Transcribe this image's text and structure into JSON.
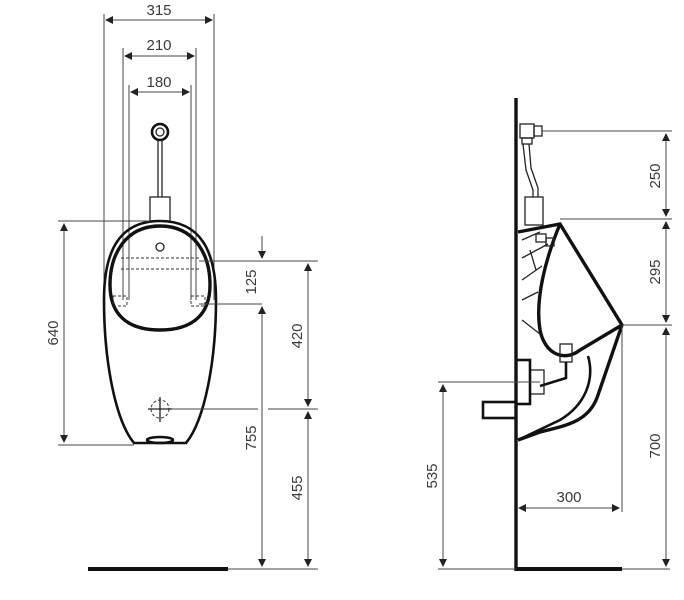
{
  "drawing": {
    "type": "technical-dimension-drawing",
    "subject": "wall-hung urinal",
    "units": "mm",
    "front_view": {
      "dimensions": {
        "overall_width": "315",
        "fixing_width": "210",
        "inner_width": "180",
        "height": "640",
        "top_fixing_to_lower_fixing": "125",
        "lower_fixing_to_waste": "420",
        "top_fixing_to_floor": "755",
        "waste_to_floor": "455"
      }
    },
    "side_view": {
      "dimensions": {
        "valve_to_rim": "250",
        "rim_to_lip": "295",
        "lip_to_floor": "700",
        "waste_height": "535",
        "projection": "300"
      }
    }
  }
}
